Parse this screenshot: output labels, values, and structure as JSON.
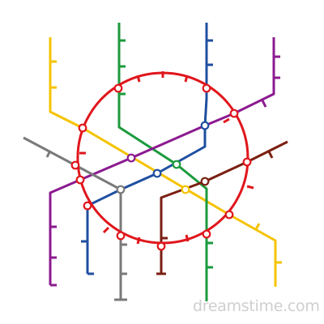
{
  "watermark": "dreamstime.com",
  "colors": {
    "red": "#e0161c",
    "yellow": "#f5c300",
    "green": "#1b9a3c",
    "blue": "#1f4fa0",
    "purple": "#8b1a8f",
    "gray": "#7a7a7a",
    "brown": "#7a1f12"
  },
  "lines": [
    {
      "name": "red-line",
      "color": "red",
      "kind": "ring"
    },
    {
      "name": "yellow-line",
      "color": "yellow",
      "kind": "radial"
    },
    {
      "name": "green-line",
      "color": "green",
      "kind": "radial"
    },
    {
      "name": "blue-line",
      "color": "blue",
      "kind": "radial"
    },
    {
      "name": "purple-line",
      "color": "purple",
      "kind": "radial"
    },
    {
      "name": "gray-line",
      "color": "gray",
      "kind": "radial"
    },
    {
      "name": "brown-line",
      "color": "brown",
      "kind": "radial"
    }
  ]
}
